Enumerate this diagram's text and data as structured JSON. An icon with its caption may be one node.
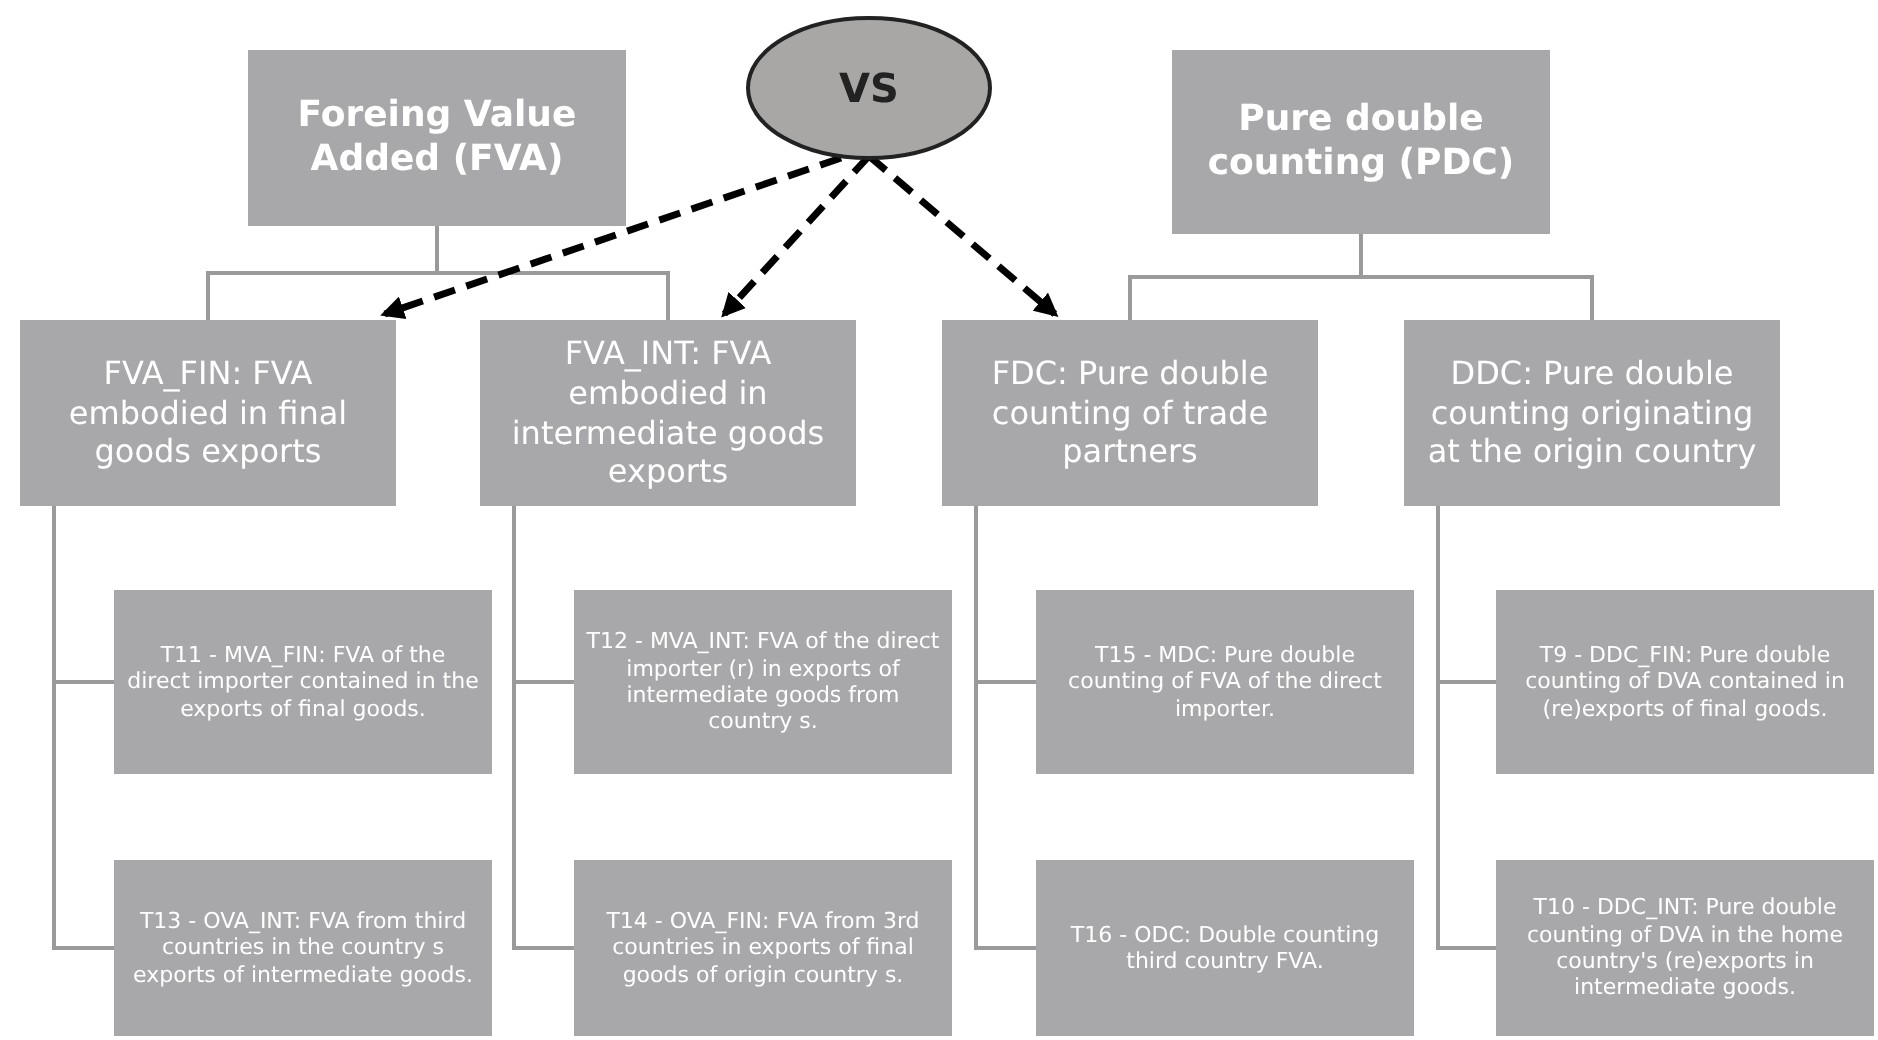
{
  "diagram": {
    "nodes": [
      {
        "text": [
          "Foreing Value Added (FVA)"
        ]
      },
      {
        "text": [
          "VS"
        ]
      },
      {
        "text": [
          "Pure double counting (PDC)"
        ]
      },
      {
        "text": [
          "FVA_FIN: FVA embodied in final goods exports"
        ]
      },
      {
        "text": [
          "FVA_INT: FVA embodied in intermediate goods exports"
        ]
      },
      {
        "text": [
          "FDC: Pure double counting of trade partners"
        ]
      },
      {
        "text": [
          "DDC: Pure double counting originating at the origin country"
        ]
      },
      {
        "text": [
          "T11 - MVA_FIN: FVA of the direct importer contained in the exports of final goods."
        ]
      },
      {
        "text": [
          "T13 - OVA_INT: FVA from third countries in the country s exports of intermediate goods."
        ]
      },
      {
        "text": [
          "T12 - MVA_INT: FVA of the direct importer (r) in exports of intermediate goods from country s."
        ]
      },
      {
        "text": [
          "T14 - OVA_FIN: FVA from 3rd countries in exports of final goods of origin country s."
        ]
      },
      {
        "text": [
          "T15 - MDC: Pure double counting of FVA of the direct importer."
        ]
      },
      {
        "text": [
          "T16 - ODC: Double counting third country FVA."
        ]
      },
      {
        "text": [
          "T9 - DDC_FIN: Pure double counting of DVA contained in (re)exports of final goods."
        ]
      },
      {
        "text": [
          "T10 - DDC_INT: Pure double counting of DVA in the home country's (re)exports in intermediate goods."
        ]
      }
    ],
    "edges": [
      {
        "from": 0,
        "to": 3,
        "arrow": "none"
      },
      {
        "from": 0,
        "to": 4,
        "arrow": "none"
      },
      {
        "from": 2,
        "to": 5,
        "arrow": "none"
      },
      {
        "from": 2,
        "to": 6,
        "arrow": "none"
      },
      {
        "from": 3,
        "to": 7,
        "arrow": "none"
      },
      {
        "from": 3,
        "to": 8,
        "arrow": "none"
      },
      {
        "from": 4,
        "to": 9,
        "arrow": "none"
      },
      {
        "from": 4,
        "to": 10,
        "arrow": "none"
      },
      {
        "from": 5,
        "to": 11,
        "arrow": "none"
      },
      {
        "from": 5,
        "to": 12,
        "arrow": "none"
      },
      {
        "from": 6,
        "to": 13,
        "arrow": "none"
      },
      {
        "from": 6,
        "to": 14,
        "arrow": "none"
      },
      {
        "from": 1,
        "to": 3,
        "arrow": "to",
        "style": "dashed",
        "color": "#000000"
      },
      {
        "from": 1,
        "to": 4,
        "arrow": "to",
        "style": "dashed",
        "color": "#000000"
      },
      {
        "from": 1,
        "to": 5,
        "arrow": "to",
        "style": "dashed",
        "color": "#000000"
      }
    ]
  }
}
